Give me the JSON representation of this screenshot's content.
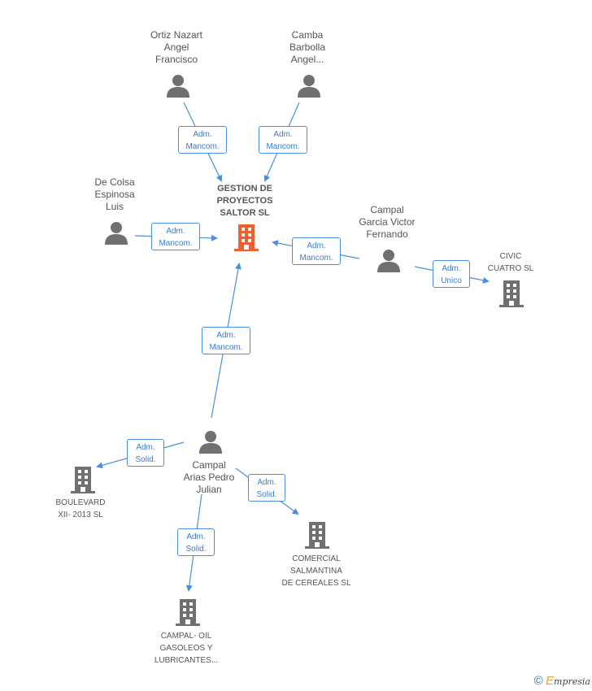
{
  "colors": {
    "edge": "#4a8fde",
    "person": "#707070",
    "building": "#707070",
    "main_building": "#f06030"
  },
  "nodes": {
    "main": {
      "label_1": "GESTION DE",
      "label_2": "PROYECTOS",
      "label_3": "SALTOR SL"
    },
    "ortiz": {
      "label_1": "Ortiz Nazart",
      "label_2": "Angel",
      "label_3": "Francisco"
    },
    "camba": {
      "label_1": "Camba",
      "label_2": "Barbolla",
      "label_3": "Angel..."
    },
    "decolsa": {
      "label_1": "De Colsa",
      "label_2": "Espinosa",
      "label_3": "Luis"
    },
    "campal_garcia": {
      "label_1": "Campal",
      "label_2": "Garcia Victor",
      "label_3": "Fernando"
    },
    "civic": {
      "label_1": "CIVIC",
      "label_2": "CUATRO SL"
    },
    "campal_arias": {
      "label_1": "Campal",
      "label_2": "Arias Pedro",
      "label_3": "Julian"
    },
    "boulevard": {
      "label_1": "BOULEVARD",
      "label_2": "XII- 2013 SL"
    },
    "comercial": {
      "label_1": "COMERCIAL",
      "label_2": "SALMANTINA",
      "label_3": "DE CEREALES SL"
    },
    "campal_oil": {
      "label_1": "CAMPAL- OIL",
      "label_2": "GASOLEOS Y",
      "label_3": "LUBRICANTES..."
    }
  },
  "edges": {
    "ortiz_main": {
      "line_1": "Adm.",
      "line_2": "Mancom."
    },
    "camba_main": {
      "line_1": "Adm.",
      "line_2": "Mancom."
    },
    "decolsa_main": {
      "line_1": "Adm.",
      "line_2": "Mancom."
    },
    "garcia_main": {
      "line_1": "Adm.",
      "line_2": "Mancom."
    },
    "garcia_civic": {
      "line_1": "Adm.",
      "line_2": "Unico"
    },
    "arias_main": {
      "line_1": "Adm.",
      "line_2": "Mancom."
    },
    "arias_boulevard": {
      "line_1": "Adm.",
      "line_2": "Solid."
    },
    "arias_comercial": {
      "line_1": "Adm.",
      "line_2": "Solid."
    },
    "arias_oil": {
      "line_1": "Adm.",
      "line_2": "Solid."
    }
  },
  "footer": {
    "copyright": "©",
    "brand_initial": "E",
    "brand_rest": "mpresia"
  }
}
